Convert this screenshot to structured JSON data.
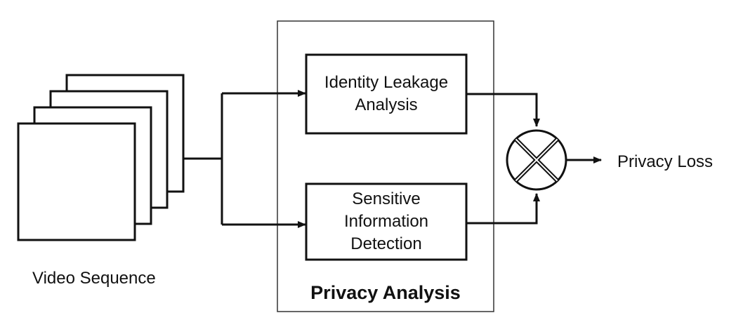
{
  "video_sequence": {
    "label": "Video Sequence",
    "frame_count": 4
  },
  "privacy_analysis": {
    "title": "Privacy Analysis",
    "identity_box": {
      "lines": [
        "Identity Leakage",
        "Analysis"
      ]
    },
    "sensitive_box": {
      "lines": [
        "Sensitive",
        "Information",
        "Detection"
      ]
    }
  },
  "combiner": {
    "icon": "multiply-circle-icon"
  },
  "output": {
    "label": "Privacy Loss"
  },
  "colors": {
    "stroke": "#111111",
    "background": "#ffffff",
    "outer_border": "#333333"
  }
}
